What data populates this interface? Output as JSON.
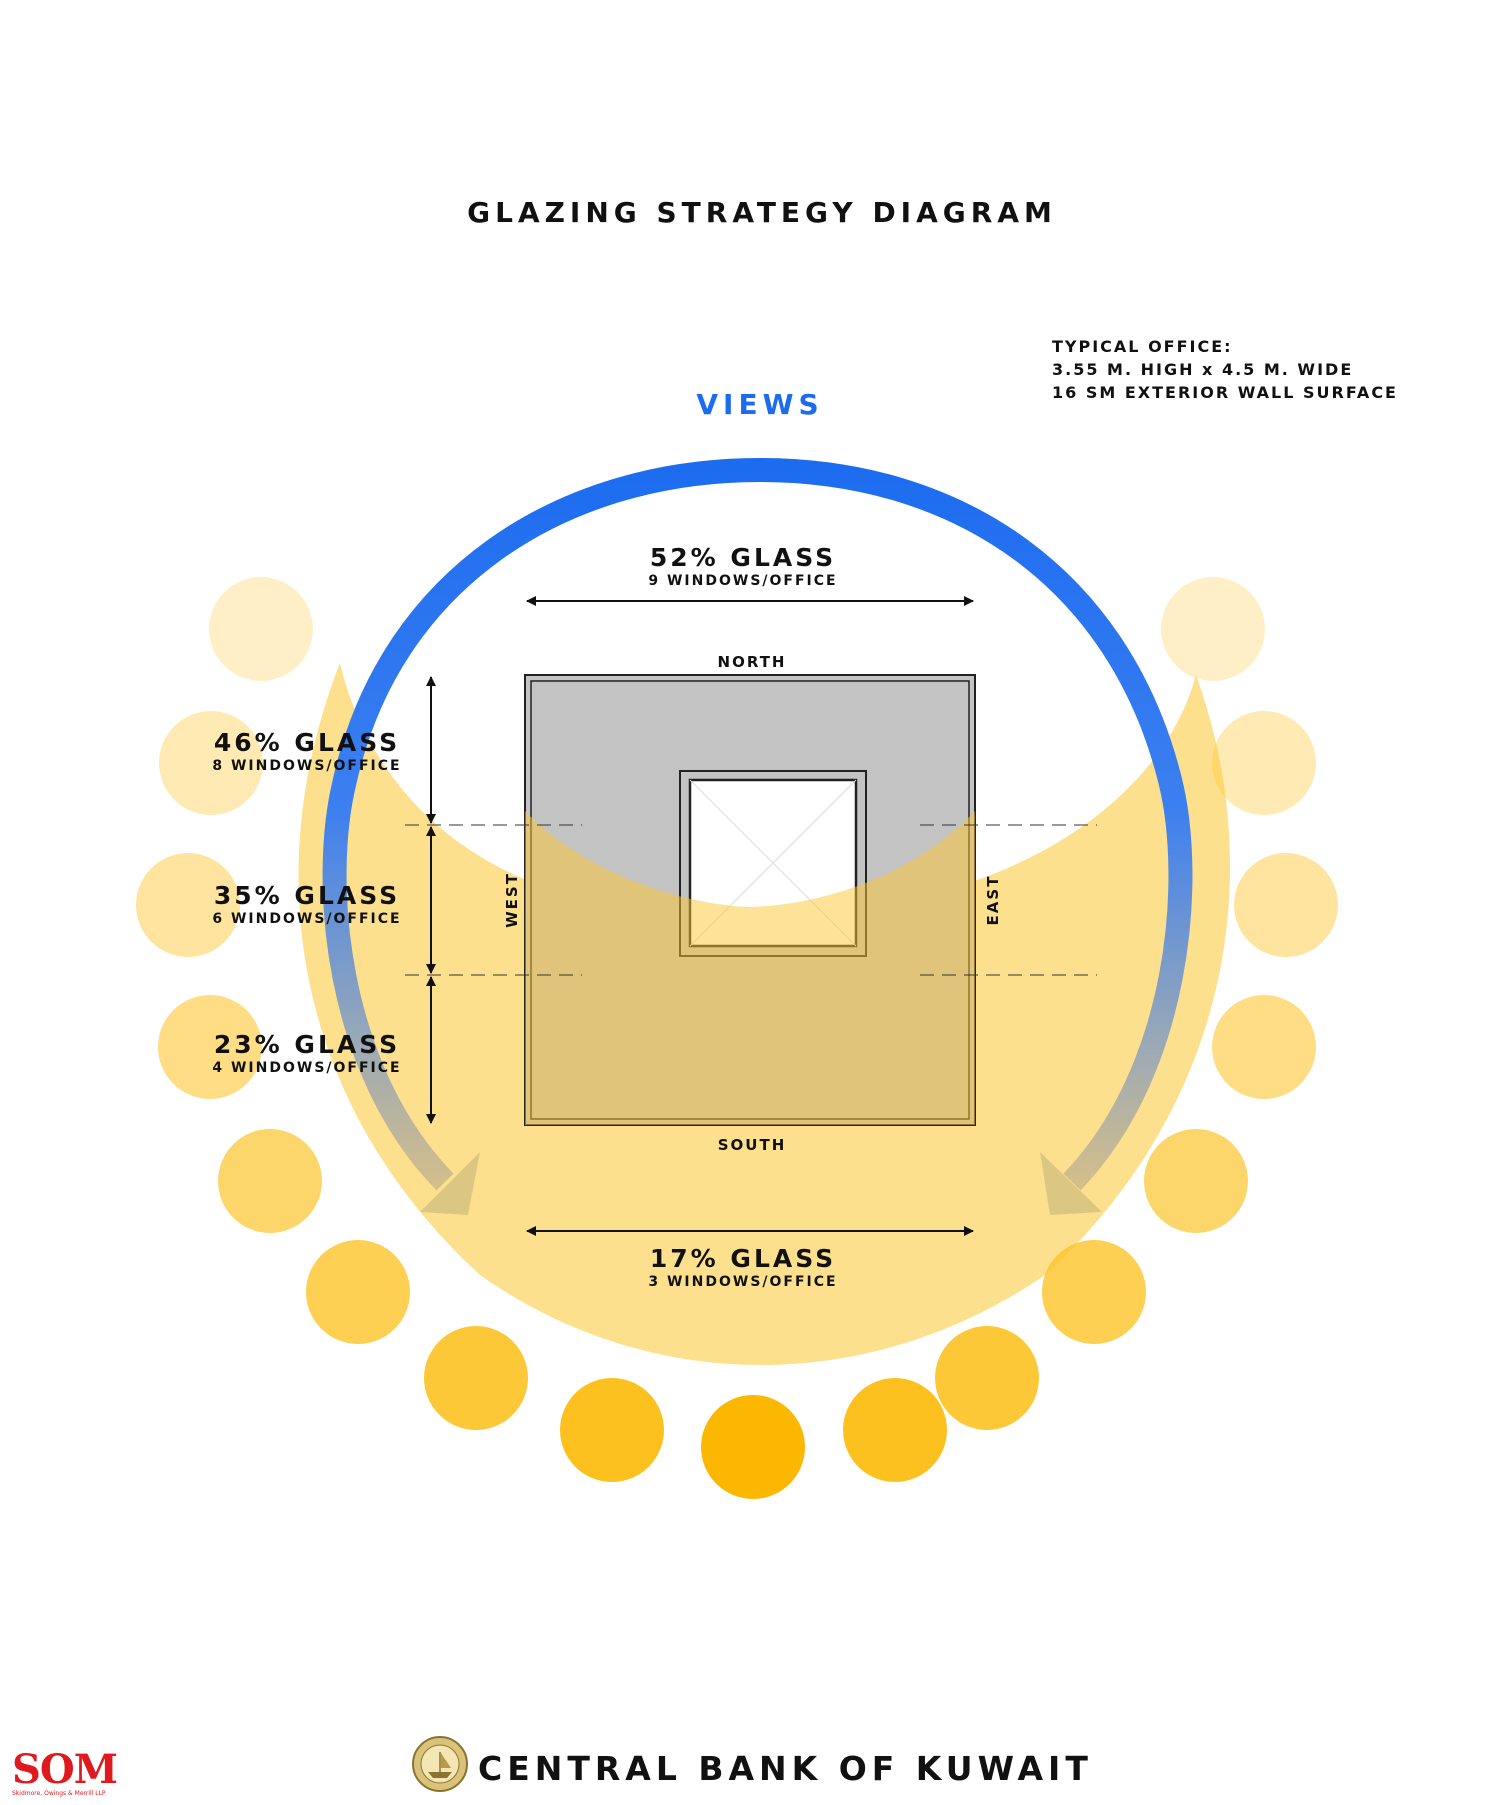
{
  "title": "GLAZING STRATEGY DIAGRAM",
  "views_label": "VIEWS",
  "typical_office": {
    "line1": "TYPICAL OFFICE:",
    "line2": "3.55 M. HIGH x 4.5 M. WIDE",
    "line3": "16 SM EXTERIOR WALL SURFACE"
  },
  "orientation": {
    "north": "NORTH",
    "south": "SOUTH",
    "east": "EAST",
    "west": "WEST"
  },
  "glazing": {
    "north": {
      "percent": "52% GLASS",
      "windows": "9 WINDOWS/OFFICE"
    },
    "side_upper": {
      "percent": "46% GLASS",
      "windows": "8 WINDOWS/OFFICE"
    },
    "side_middle": {
      "percent": "35% GLASS",
      "windows": "6 WINDOWS/OFFICE"
    },
    "side_lower": {
      "percent": "23% GLASS",
      "windows": "4 WINDOWS/OFFICE"
    },
    "south": {
      "percent": "17% GLASS",
      "windows": "3 WINDOWS/OFFICE"
    }
  },
  "footer": {
    "client": "CENTRAL BANK OF KUWAIT",
    "firm_logo": "SOM",
    "firm_name": "Skidmore, Owings & Merrill LLP"
  },
  "colors": {
    "views_blue": "#1c6cf0",
    "sun_yellow": "#fcb800",
    "building_gray": "#c3c3c3",
    "text_black": "#111111",
    "som_red": "#e0191f"
  }
}
